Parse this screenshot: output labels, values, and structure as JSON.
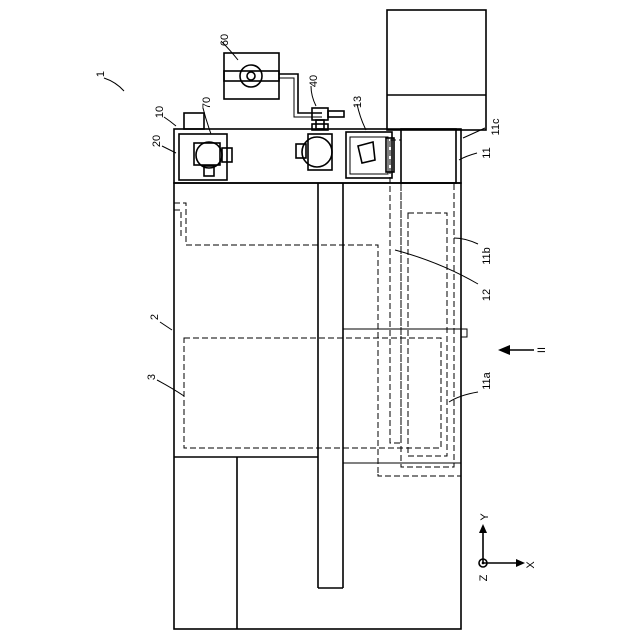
{
  "labels": {
    "device": "1",
    "top_unit": "10",
    "body": "2",
    "chamber": "3",
    "frame": "20",
    "tank": "60",
    "fitting": "40",
    "head": "70",
    "door": "13",
    "module": "11",
    "module_c": "11c",
    "module_b": "11b",
    "module_a": "11a",
    "rail": "12",
    "view": "II"
  },
  "axes": {
    "y": "Y",
    "x": "X",
    "z": "Z"
  }
}
